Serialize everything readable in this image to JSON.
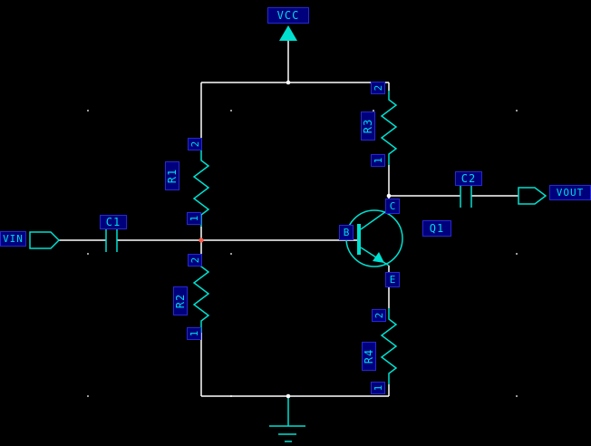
{
  "editor": {
    "type": "schematic-capture-canvas",
    "background": "#000000"
  },
  "colors": {
    "background": "#000000",
    "wire": "#ffffff",
    "part": "#00e0d0",
    "labelText": "#00d8e8",
    "labelBg": "#00007d",
    "labelBorder": "#2727d8",
    "junction": "#ff5a4a",
    "grid": "#9a9a9a"
  },
  "power": {
    "label": "VCC",
    "symbol": "vcc-arrow-up"
  },
  "ground": {
    "symbol": "earth-ground"
  },
  "ports": {
    "input": {
      "name": "VIN"
    },
    "output": {
      "name": "VOUT"
    }
  },
  "components": [
    {
      "ref": "R1",
      "type": "resistor",
      "orientation": "vertical",
      "pin_top": "2",
      "pin_bottom": "1"
    },
    {
      "ref": "R2",
      "type": "resistor",
      "orientation": "vertical",
      "pin_top": "2",
      "pin_bottom": "1"
    },
    {
      "ref": "R3",
      "type": "resistor",
      "orientation": "vertical",
      "pin_top": "2",
      "pin_bottom": "1"
    },
    {
      "ref": "R4",
      "type": "resistor",
      "orientation": "vertical",
      "pin_top": "2",
      "pin_bottom": "1"
    },
    {
      "ref": "C1",
      "type": "capacitor"
    },
    {
      "ref": "C2",
      "type": "capacitor"
    },
    {
      "ref": "Q1",
      "type": "npn-transistor",
      "pins": {
        "base": "B",
        "collector": "C",
        "emitter": "E"
      }
    }
  ]
}
